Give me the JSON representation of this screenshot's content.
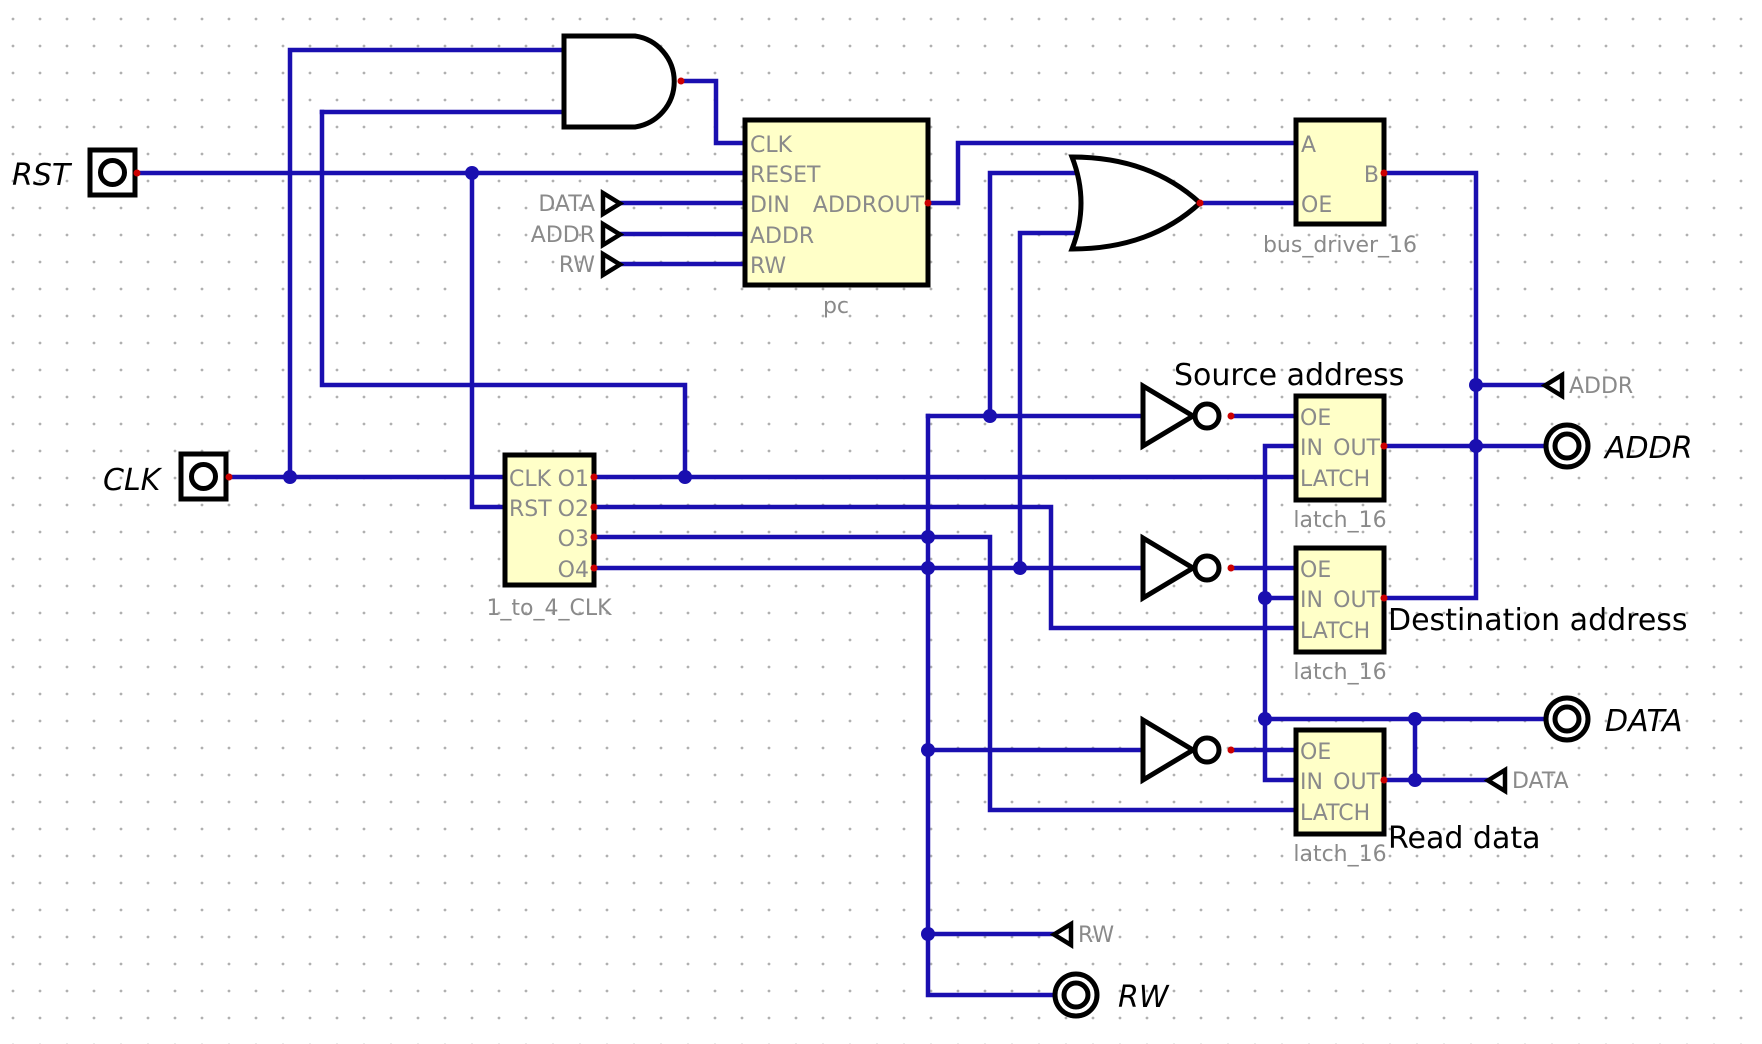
{
  "io": {
    "rst": "RST",
    "clk": "CLK",
    "addr": "ADDR",
    "data": "DATA",
    "rw": "RW"
  },
  "tunnels": {
    "pc_data": "DATA",
    "pc_addr": "ADDR",
    "pc_rw": "RW",
    "addr_right": "ADDR",
    "data_right": "DATA",
    "rw_bottom": "RW"
  },
  "pc": {
    "name": "pc",
    "pins": [
      "CLK",
      "RESET",
      "DIN",
      "ADDR",
      "RW"
    ],
    "out": "ADDROUT"
  },
  "clkdiv": {
    "name": "1_to_4_CLK",
    "in": [
      "CLK",
      "RST"
    ],
    "out": [
      "O1",
      "O2",
      "O3",
      "O4"
    ]
  },
  "busdriver": {
    "name": "bus_driver_16",
    "a": "A",
    "oe": "OE",
    "b": "B"
  },
  "latches": [
    {
      "name": "latch_16",
      "pins": [
        "OE",
        "IN",
        "LATCH"
      ],
      "out": "OUT"
    },
    {
      "name": "latch_16",
      "pins": [
        "OE",
        "IN",
        "LATCH"
      ],
      "out": "OUT"
    },
    {
      "name": "latch_16",
      "pins": [
        "OE",
        "IN",
        "LATCH"
      ],
      "out": "OUT"
    }
  ],
  "notes": {
    "source": "Source  address",
    "destination": "Destination  address",
    "read": "Read  data"
  },
  "colors": {
    "wire": "#1a0fb0",
    "component_fill": "#ffffc8",
    "pin_dot": "#cc0000",
    "grid_dot": "#b0b0b0"
  }
}
